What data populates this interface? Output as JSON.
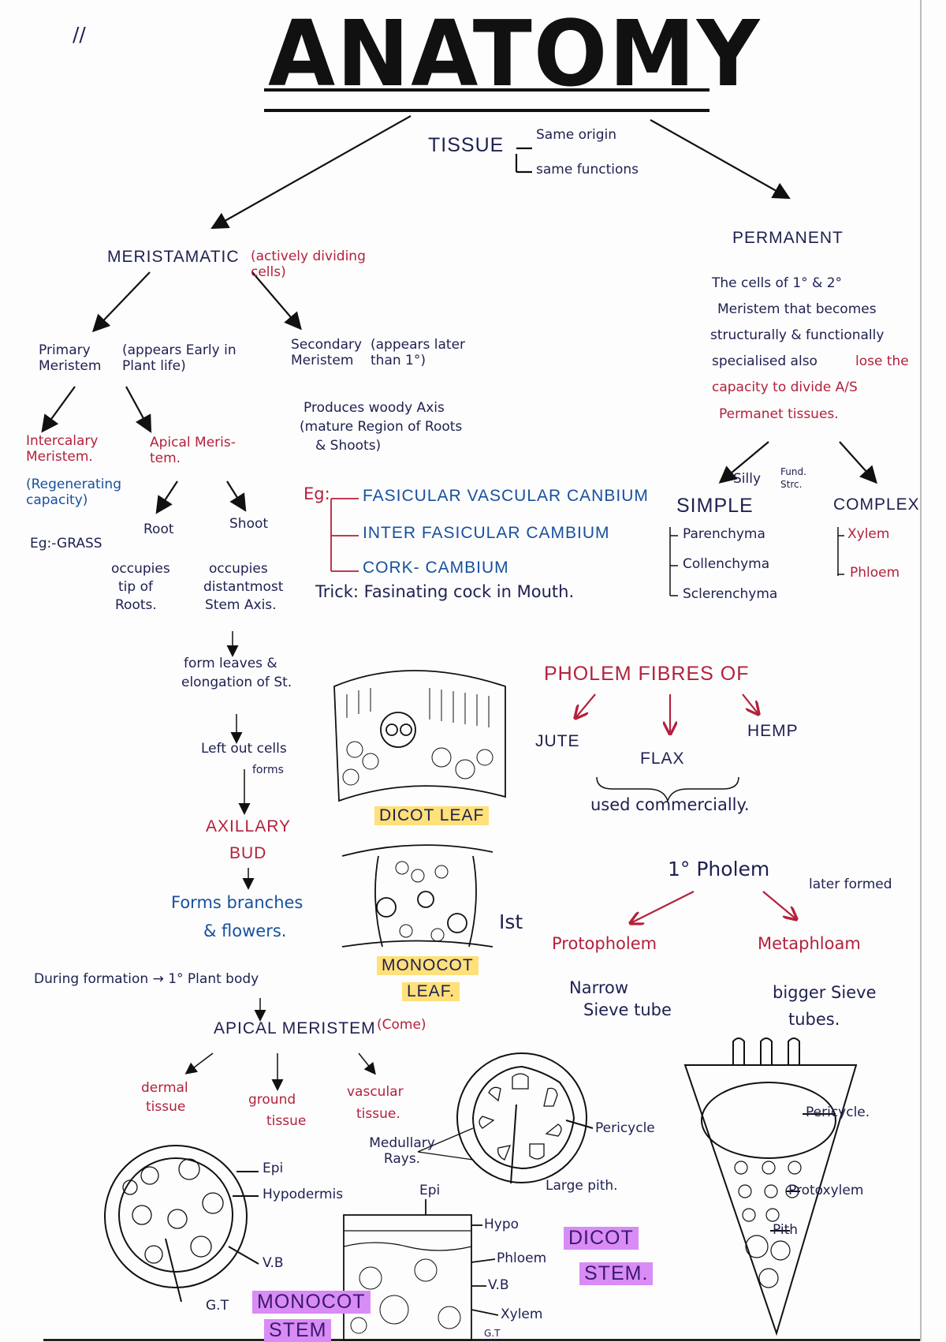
{
  "header": {
    "margin_mark": "//",
    "title": "ANATOMY"
  },
  "tissue": {
    "label": "TISSUE",
    "props": [
      "Same origin",
      "same functions"
    ]
  },
  "meristematic": {
    "label": "MERISTAMATIC",
    "note": "(actively dividing cells)",
    "primary": {
      "label": "Primary Meristem",
      "note": "(appears Early in Plant life)",
      "intercalary": {
        "label": "Intercalary Meristem.",
        "note": "(Regenerating capacity)",
        "example": "Eg:-GRASS"
      },
      "apical": {
        "label": "Apical Meris-tem.",
        "root": {
          "label": "Root",
          "desc": [
            "occupies",
            "tip of",
            "Roots."
          ]
        },
        "shoot": {
          "label": "Shoot",
          "desc": [
            "occupies",
            "distantmost",
            "Stem Axis."
          ]
        }
      }
    },
    "secondary": {
      "label": "Secondary Meristem",
      "note": "(appears later than 1°)",
      "produces": [
        "Produces woody Axis",
        "(mature Region of Roots",
        "& Shoots)"
      ],
      "eg_label": "Eg:",
      "examples": [
        "FASICULAR VASCULAR CANBIUM",
        "INTER FASICULAR CAMBIUM",
        "CORK- CAMBIUM"
      ],
      "trick": "Trick: Fasinating cock in Mouth."
    }
  },
  "permanent": {
    "label": "PERMANENT",
    "desc": [
      "The cells of 1° & 2°",
      "Meristem that becomes",
      "structurally & functionally",
      "specialised also"
    ],
    "desc_red": [
      "lose the",
      "capacity to divide A/S",
      "Permanet tissues."
    ],
    "mnemonic": {
      "word": "Silly",
      "items": [
        "Fund.",
        "Strc."
      ]
    },
    "simple": {
      "label": "SIMPLE",
      "items": [
        "Parenchyma",
        "Collenchyma",
        "Sclerenchyma"
      ]
    },
    "complex": {
      "label": "COMPLEX",
      "items": [
        "Xylem",
        "Phloem"
      ]
    }
  },
  "shoot_flow": [
    "form leaves &",
    "elongation of St.",
    "Left out cells",
    "forms",
    "AXILLARY",
    "BUD",
    "Forms branches",
    "& flowers."
  ],
  "leaves": {
    "dicot": "DICOT LEAF",
    "monocot": [
      "MONOCOT",
      "LEAF."
    ]
  },
  "phloem_fibres": {
    "title": "PHOLEM FIBRES OF",
    "items": [
      "JUTE",
      "FLAX",
      "HEMP"
    ],
    "note": "used commercially."
  },
  "primary_phloem": {
    "label": "1° Pholem",
    "first": "Ist",
    "proto": {
      "label": "Protopholem",
      "desc": [
        "Narrow",
        "Sieve tube"
      ]
    },
    "meta": {
      "label": "Metaphloam",
      "desc": [
        "bigger Sieve",
        "tubes."
      ],
      "note": "later formed"
    }
  },
  "formation": {
    "note": "During formation → 1° Plant body",
    "apical": "APICAL MERISTEM",
    "apical_note": "(Come)",
    "tissues": [
      [
        "dermal",
        "tissue"
      ],
      [
        "ground",
        "tissue"
      ],
      [
        "vascular",
        "tissue."
      ]
    ]
  },
  "monocot_stem": {
    "labels": [
      "Epi",
      "Hypodermis",
      "V.B",
      "G.T"
    ],
    "title": [
      "MONOCOT",
      "STEM"
    ]
  },
  "stem_section": {
    "labels": [
      "Epi",
      "Hypo",
      "Phloem",
      "V.B",
      "Xylem",
      "G.T"
    ]
  },
  "dicot_stem": {
    "labels": [
      "Medullary Rays.",
      "Pericycle",
      "Large pith."
    ],
    "title": [
      "DICOT",
      "STEM."
    ]
  },
  "vascular_bundle": {
    "labels": [
      "Pericycle.",
      "Protoxylem",
      "Pith"
    ]
  },
  "colors": {
    "ink": "#1e2050",
    "red": "#b3213c",
    "blue": "#17509e",
    "yellow_highlight": "#ffe07a",
    "purple_highlight": "#d98cf5"
  }
}
